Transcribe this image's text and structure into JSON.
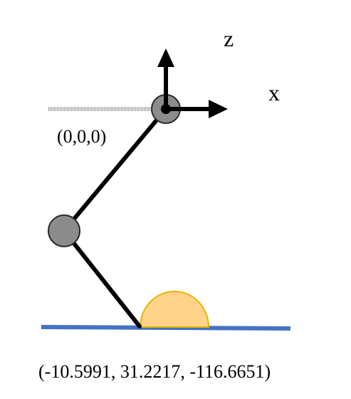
{
  "axes": {
    "z_label": "z",
    "x_label": "x"
  },
  "points": {
    "origin_label": "(0,0,0)",
    "end_label": "(-10.5991, 31.2217, -116.6651)"
  },
  "colors": {
    "link": "#000000",
    "joint_fill": "#8c8c8c",
    "joint_stroke": "#2b2b2b",
    "ground": "#4472c4",
    "dome_fill": "#ffd38a",
    "dome_stroke": "#e8b400",
    "ceiling": "#9a9a9a",
    "arrow": "#000000"
  }
}
